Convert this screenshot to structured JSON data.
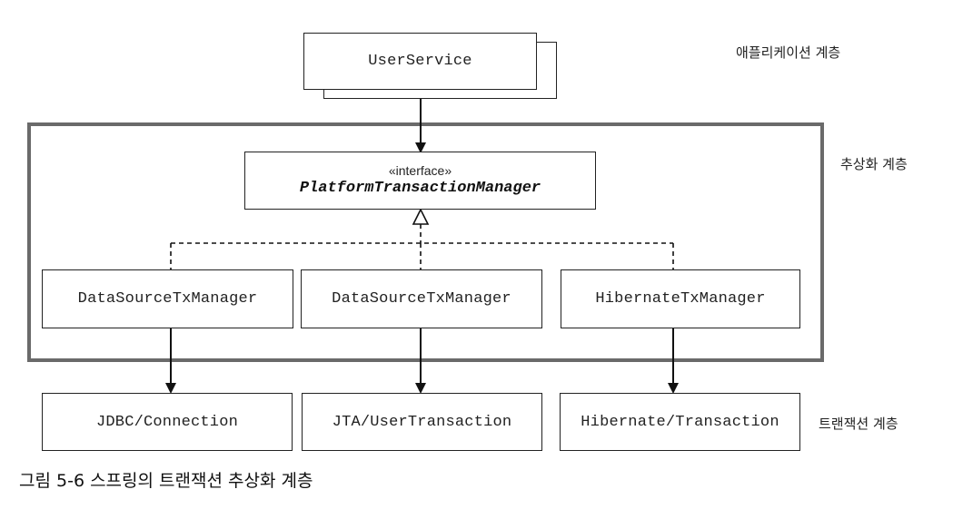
{
  "layers": {
    "application": "애플리케이션 계층",
    "abstraction": "추상화 계층",
    "transaction": "트랜잭션 계층"
  },
  "user_service": {
    "label": "UserService"
  },
  "interface_box": {
    "stereotype": "«interface»",
    "name": "PlatformTransactionManager"
  },
  "managers": [
    {
      "label": "DataSourceTxManager"
    },
    {
      "label": "DataSourceTxManager"
    },
    {
      "label": "HibernateTxManager"
    }
  ],
  "resources": [
    {
      "label": "JDBC/Connection"
    },
    {
      "label": "JTA/UserTransaction"
    },
    {
      "label": "Hibernate/Transaction"
    }
  ],
  "caption": "그림 5-6 스프링의 트랜잭션 추상화 계층",
  "colors": {
    "frame": "#6a6a6a",
    "line": "#111111",
    "box_border": "#222222"
  }
}
